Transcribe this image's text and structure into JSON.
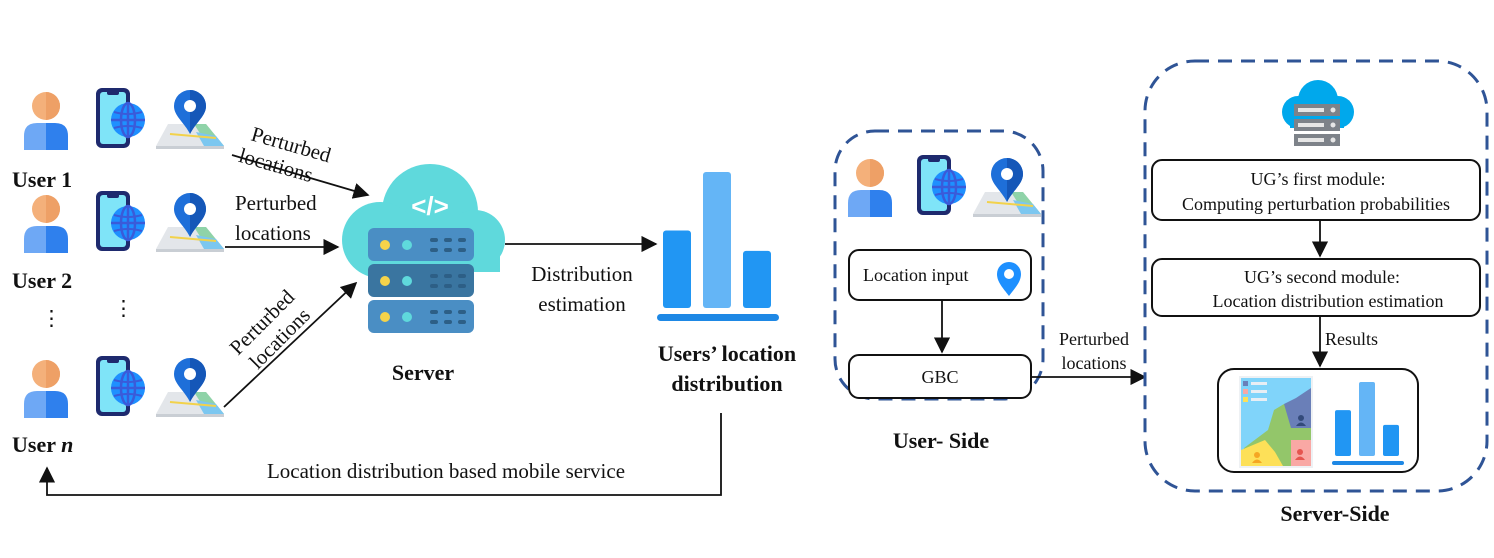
{
  "left_panel": {
    "users": [
      {
        "label": "User 1"
      },
      {
        "label": "User 2"
      },
      {
        "label_prefix": "User ",
        "label_var": "n"
      }
    ],
    "ellipsis": "⋮",
    "perturbed_label_line1": "Perturbed",
    "perturbed_label_line2": "locations",
    "server_label": "Server",
    "server_icon_glyph": "</>",
    "distribution_label_line1": "Distribution",
    "distribution_label_line2": "estimation",
    "result_label_line1": "Users’ location",
    "result_label_line2": "distribution",
    "feedback_label": "Location distribution based mobile service",
    "bar_icon_relative_heights": [
      0.57,
      1.0,
      0.42
    ]
  },
  "user_side": {
    "title": "User- Side",
    "location_input_label": "Location input",
    "gbc_label": "GBC",
    "link_label_line1": "Perturbed",
    "link_label_line2": "locations"
  },
  "server_side": {
    "title": "Server-Side",
    "module1_line1": "UG’s first module:",
    "module1_line2": "Computing perturbation probabilities",
    "module2_line1": "UG’s second module:",
    "module2_line2": "Location distribution estimation",
    "results_label": "Results",
    "result_bar_relative_heights": [
      0.62,
      1.0,
      0.42
    ]
  },
  "colors": {
    "dashed_border": "#2f5496",
    "cloud": "#5fd9dc",
    "server_rack": "#4a8ec4",
    "server_rack_dark": "#3a75a0",
    "bar_dark": "#2196f3",
    "bar_light": "#64b5f6",
    "user_head": "#f4b07a",
    "user_body_left": "#6ea8f5",
    "user_body_right": "#2f80ed",
    "phone": "#1e2a6e",
    "globe": "#1e90ff",
    "pin": "#1e6fd9",
    "cloud_server_side": "#00a8ec"
  }
}
